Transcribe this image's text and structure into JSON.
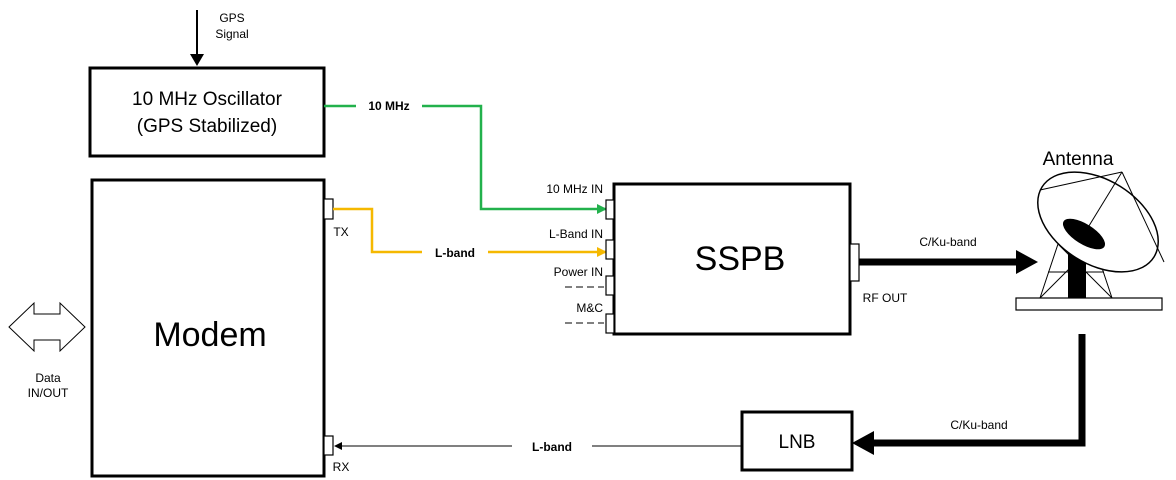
{
  "gps": {
    "line1": "GPS",
    "line2": "Signal"
  },
  "oscillator": {
    "line1": "10 MHz Oscillator",
    "line2": "(GPS Stabilized)"
  },
  "modem": {
    "label": "Modem",
    "tx_label": "TX",
    "rx_label": "RX"
  },
  "data_io": {
    "line1": "Data",
    "line2": "IN/OUT"
  },
  "sspb": {
    "label": "SSPB",
    "port_10mhz": "10 MHz IN",
    "port_lband": "L-Band IN",
    "port_power": "Power IN",
    "port_mc": "M&C",
    "port_rfout": "RF OUT"
  },
  "links": {
    "ten_mhz": "10 MHz",
    "lband_tx": "L-band",
    "lband_rx": "L-band",
    "cku_up": "C/Ku-band",
    "cku_down": "C/Ku-band"
  },
  "antenna": {
    "label": "Antenna"
  },
  "lnb": {
    "label": "LNB"
  },
  "colors": {
    "ten_mhz_line": "#22b14c",
    "lband_line": "#f5b800",
    "black": "#000000"
  }
}
